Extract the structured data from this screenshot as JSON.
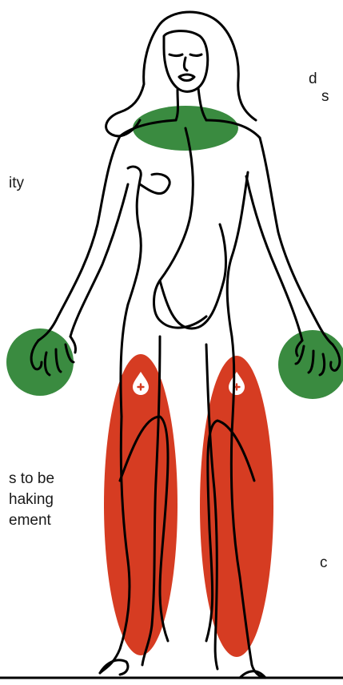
{
  "colors": {
    "green_zone": "#3a8b40",
    "red_zone": "#d63c22",
    "outline": "#000000",
    "text": "#1a1a1a",
    "drop_fill": "#ffffff"
  },
  "icons": {
    "blood_drop": "blood-drop-with-plus-icon"
  },
  "text": {
    "top_right_fragment_1": "d",
    "top_right_fragment_2": "s",
    "left_fragment": "ity",
    "bottom_left_line_1": "s to be",
    "bottom_left_line_2": "haking",
    "bottom_left_line_3": "ement",
    "bottom_right_fragment": "c"
  }
}
